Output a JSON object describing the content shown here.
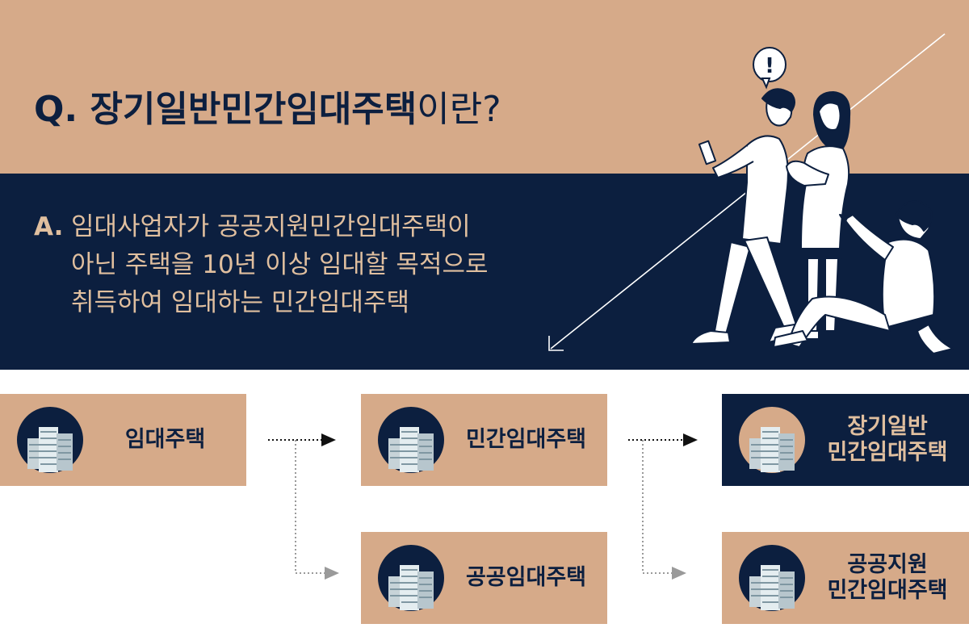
{
  "question": {
    "mark": "Q.",
    "title": "장기일반민간임대주택",
    "suffix": "이란?"
  },
  "answer": {
    "mark": "A.",
    "lines": [
      "임대사업자가 공공지원민간임대주택이",
      "아닌 주택을 10년 이상 임대할 목적으로",
      "취득하여 임대하는 민간임대주택"
    ]
  },
  "illustration": {
    "speech_bubble": "!"
  },
  "flow": {
    "nodes": [
      {
        "label_lines": [
          "임대주택"
        ]
      },
      {
        "label_lines": [
          "민간임대주택"
        ]
      },
      {
        "label_lines": [
          "공공임대주택"
        ]
      },
      {
        "label_lines": [
          "장기일반",
          "민간임대주택"
        ]
      },
      {
        "label_lines": [
          "공공지원",
          "민간임대주택"
        ]
      }
    ]
  },
  "colors": {
    "tan": "#d6aa89",
    "navy": "#0c1f3f",
    "light_tan_text": "#e0bf9f"
  }
}
